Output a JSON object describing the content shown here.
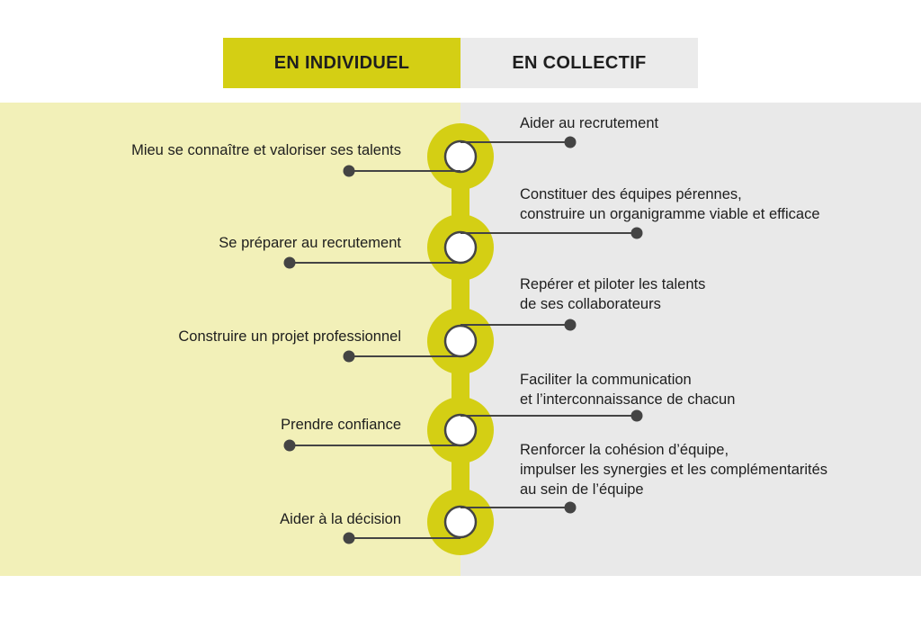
{
  "tabs": {
    "individual": "EN INDIVIDUEL",
    "collective": "EN COLLECTIF"
  },
  "colors": {
    "accent": "#d4cf14",
    "left_panel": "#f2f0b8",
    "right_panel": "#e9e9e9",
    "line": "#444444"
  },
  "individual_items": [
    "Mieu se connaître et valoriser ses talents",
    "Se préparer au recrutement",
    "Construire un projet professionnel",
    "Prendre confiance",
    "Aider à la décision"
  ],
  "collective_items": [
    [
      "Aider au recrutement"
    ],
    [
      "Constituer des équipes pérennes,",
      "construire un organigramme viable et efficace"
    ],
    [
      "Repérer et piloter les talents",
      "de ses collaborateurs"
    ],
    [
      "Faciliter la communication",
      "et l’interconnaissance de chacun"
    ],
    [
      "Renforcer la cohésion d’équipe,",
      "impulser les synergies et les complémentarités",
      "au sein de l’équipe"
    ]
  ]
}
